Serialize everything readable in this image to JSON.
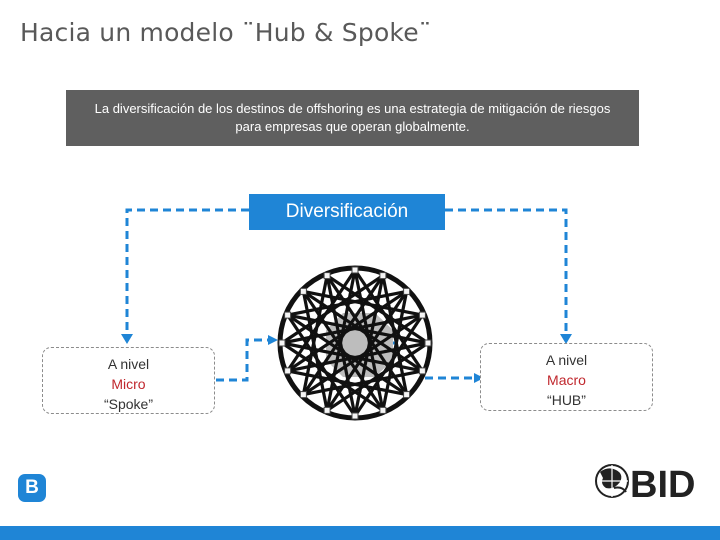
{
  "slide": {
    "title": "Hacia un modelo ¨Hub & Spoke¨",
    "quote": "La diversificación de los destinos de offshoring es una estrategia de mitigación de riesgos para empresas que operan globalmente.",
    "center_label": "Diversificación"
  },
  "micro": {
    "line1": "A nivel",
    "line2": "Micro",
    "line3": "“Spoke”"
  },
  "macro": {
    "line1": "A nivel",
    "line2": "Macro",
    "line3": "“HUB”"
  },
  "logos": {
    "corner_letter": "B",
    "org_name": "BID"
  },
  "colors": {
    "accent_blue": "#1f85d6",
    "quote_bg": "#5f5f5f",
    "highlight_red": "#c0272d",
    "wheel_black": "#111111",
    "hub_gray": "#bdbdbd"
  }
}
